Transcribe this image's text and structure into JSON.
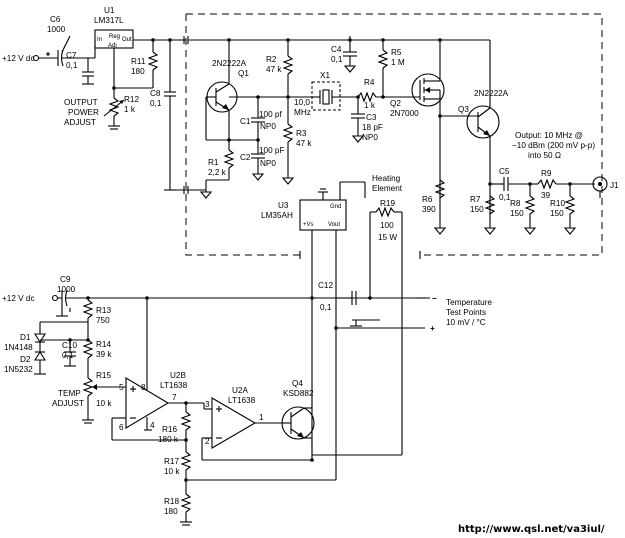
{
  "labels": {
    "v12_top": "+12 V dc",
    "v12_bot": "+12 V dc",
    "c6": "C6",
    "c6v": "1000",
    "c7": "C7",
    "c7v": "0,1",
    "u1": "U1",
    "u1p": "LM317L",
    "u1_in": "In",
    "u1_reg": "Reg",
    "u1_out": "Out",
    "u1_adj": "Adj",
    "r11": "R11",
    "r11v": "180",
    "r12": "R12",
    "r12v": "1 k",
    "opa1": "OUTPUT",
    "opa2": "POWER",
    "opa3": "ADJUST",
    "c8": "C8",
    "c8v": "0,1",
    "q1t": "2N2222A",
    "q1": "Q1",
    "r2": "R2",
    "r2v": "47 k",
    "c1": "C1",
    "c1v": "100 pf",
    "c1t": "NP0",
    "c2": "C2",
    "c2v": "100 pF",
    "c2t": "NP0",
    "r3": "R3",
    "r3v": "47 k",
    "r1": "R1",
    "r1v": "2,2 k",
    "x1": "X1",
    "x1v1": "10,0",
    "x1v2": "MHz",
    "c4": "C4",
    "c4v": "0,1",
    "r5": "R5",
    "r5v": "1 M",
    "r4": "R4",
    "r4v": "1 k",
    "c3": "C3",
    "c3v": "18 pF",
    "c3t": "NP0",
    "q2": "Q2",
    "q2t": "2N7000",
    "q3t": "2N2222A",
    "q3": "Q3",
    "out1": "Output: 10 MHz @",
    "out2": "−10 dBm (200 mV p-p)",
    "out3": "into 50 Ω",
    "j1": "J1",
    "r6": "R6",
    "r6v": "390",
    "r7": "R7",
    "r7v": "150",
    "c5": "C5",
    "c5v": "0,1",
    "r9": "R9",
    "r9v": "39",
    "r8": "R8",
    "r8v": "150",
    "r10": "R10",
    "r10v": "150",
    "u3": "U3",
    "u3p": "LM35AH",
    "u3_gnd": "Gnd",
    "u3_vs": "+Vs",
    "u3_vout": "Vout",
    "he1": "Heating",
    "he2": "Element",
    "r19": "R19",
    "r19v": "100",
    "r19w": "15 W",
    "c9": "C9",
    "c9v": "1000",
    "r13": "R13",
    "r13v": "750",
    "d1": "D1",
    "d1p": "1N4148",
    "d2": "D2",
    "d2p": "1N5232",
    "c10": "C10",
    "c10v": "0,1",
    "r14": "R14",
    "r14v": "39 k",
    "r15": "R15",
    "r15v": "10 k",
    "ta1": "TEMP",
    "ta2": "ADJUST",
    "c12": "C12",
    "c12v": "0,1",
    "ttp1": "Temperature",
    "ttp2": "Test Points",
    "ttp3": "10 mV / °C",
    "minus": "−",
    "plus": "+",
    "u2b": "U2B",
    "u2bp": "LT1638",
    "u2a": "U2A",
    "u2ap": "LT1638",
    "q4": "Q4",
    "q4p": "KSD882",
    "r16": "R16",
    "r16v": "180 k",
    "r17": "R17",
    "r17v": "10 k",
    "r18": "R18",
    "r18v": "180",
    "pin5": "5",
    "pin8": "8",
    "pin7": "7",
    "pin6": "6",
    "pin4": "4",
    "pin3": "3",
    "pin2": "2",
    "pin1": "1",
    "url": "http://www.qsl.net/va3iul/"
  }
}
